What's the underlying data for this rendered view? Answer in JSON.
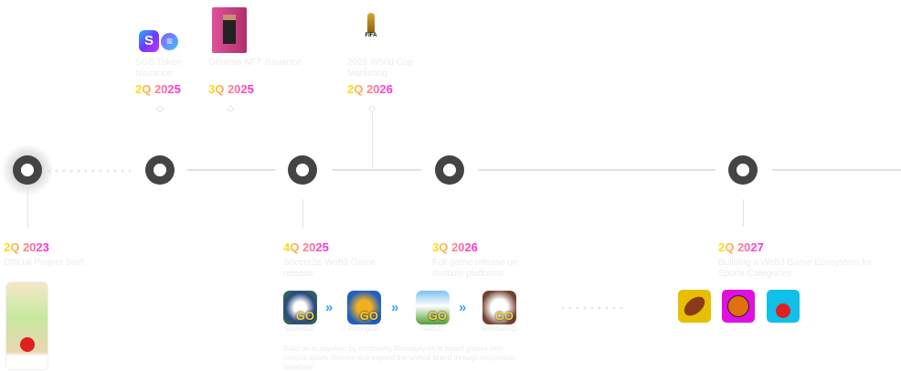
{
  "milestones_top": [
    {
      "title": "SGS Token Issuance",
      "date": "2Q 2025"
    },
    {
      "title": "Genesis NFT Issuance",
      "date": "3Q 2025"
    },
    {
      "title": "2026 World Cup Marketing",
      "date": "2Q 2026"
    }
  ],
  "milestones_bottom": [
    {
      "title": "Official Project Start",
      "date": "2Q 2023"
    },
    {
      "title": "Soccer2e Web3 Game release",
      "date": "4Q 2025"
    },
    {
      "title": "Full game release on multiple platforms",
      "date": "3Q 2026"
    },
    {
      "title": "Building a Web3 Game Ecosystem for Sports Categories",
      "date": "2Q 2027"
    }
  ],
  "games": [
    {
      "name": "SoccerGO",
      "badge": "GO"
    },
    {
      "name": "FishingGO",
      "badge": "GO"
    },
    {
      "name": "GolfGO",
      "badge": "GO"
    },
    {
      "name": "BaseballGO",
      "badge": "GO"
    }
  ],
  "fifa_label": "FIFA",
  "description": "Build an ecosystem by combining Monopoly-style board games with various sports themes and expand the unified brand through sequential launches",
  "colors": {
    "node": "#444444",
    "chevron": "#3aa0ff",
    "football_bg": "#e6c000",
    "basketball_bg": "#e010e0",
    "bowling_bg": "#10c0e8"
  }
}
